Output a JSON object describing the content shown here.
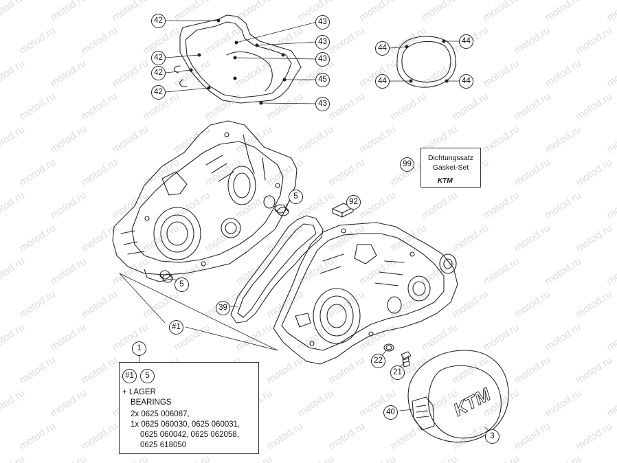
{
  "watermark": "motod.ru",
  "callouts": {
    "c42a": "42",
    "c42b": "42",
    "c42c": "42",
    "c42d": "42",
    "c43a": "43",
    "c43b": "43",
    "c43c": "43",
    "c43d": "43",
    "c45": "45",
    "c44a": "44",
    "c44b": "44",
    "c44c": "44",
    "c44d": "44",
    "c99": "99",
    "c5a": "5",
    "c5b": "5",
    "c92": "92",
    "c39": "39",
    "c1a": "#1",
    "c1b": "1",
    "c1c": "#1",
    "c5c": "5",
    "c22": "22",
    "c21": "21",
    "c40": "40",
    "c3": "3"
  },
  "kit": {
    "line1": "Dichtungssatz",
    "line2": "Gasket-Set",
    "logo": "KTM"
  },
  "bearings": {
    "line1": "+ LAGER",
    "line2": "BEARINGS",
    "line3": "2x 0625 006087,",
    "line4": "1x 0625 060030, 0625 060031,",
    "line5": "0625 060042, 0625 062058,",
    "line6": "0625 618050"
  },
  "colors": {
    "line": "#222222",
    "watermark": "#dcdcdc"
  }
}
